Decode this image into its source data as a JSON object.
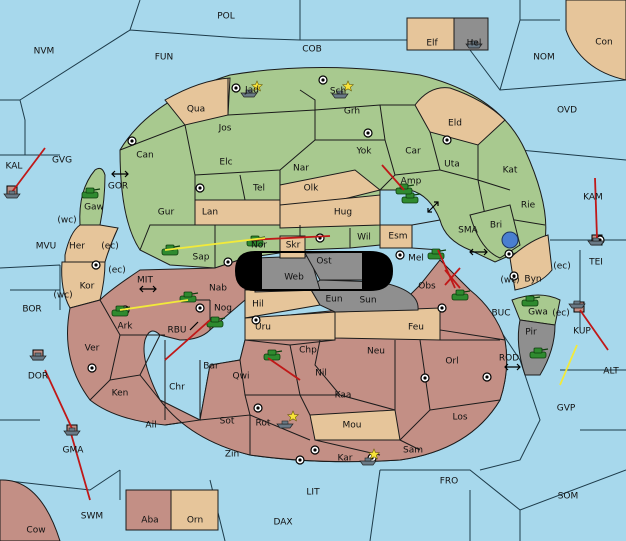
{
  "colors": {
    "sea": "#a7d8ec",
    "green": "#a8c98f",
    "tan": "#e6c59a",
    "red": "#c38f85",
    "grey": "#8f8f8f",
    "black": "#000000",
    "army": "#2f8a2f",
    "move": "#c01818",
    "support": "#f2ea3a"
  },
  "labels": {
    "POL": "POL",
    "NVM": "NVM",
    "FUN": "FUN",
    "COB": "COB",
    "NOM": "NOM",
    "Con": "Con",
    "Elf": "Elf",
    "Hel": "Hel",
    "OVD": "OVD",
    "KAL": "KAL",
    "GVG": "GVG",
    "GOR": "GOR",
    "KAM": "KAM",
    "TEI": "TEI",
    "SMA": "SMA",
    "MVU": "MVU",
    "BOR": "BOR",
    "MIT": "MIT",
    "RBU": "RBU",
    "BUC": "BUC",
    "KUP": "KUP",
    "ALT": "ALT",
    "ROD": "ROD",
    "GVP": "GVP",
    "DOR": "DOR",
    "GMA": "GMA",
    "FRO": "FRO",
    "SOM": "SOM",
    "LIT": "LIT",
    "SWM": "SWM",
    "DAX": "DAX",
    "Cow": "Cow",
    "Aba": "Aba",
    "Orn": "Orn",
    "Jad": "Jad",
    "Sch": "Sch",
    "Qua": "Qua",
    "Jos": "Jos",
    "Grh": "Grh",
    "Eld": "Eld",
    "Can": "Can",
    "Elc": "Elc",
    "Nar": "Nar",
    "Yok": "Yok",
    "Car": "Car",
    "Uta": "Uta",
    "Kat": "Kat",
    "Gaw": "Gaw",
    "Tel": "Tel",
    "Olk": "Olk",
    "Amp": "Amp",
    "Rie": "Rie",
    "Gur": "Gur",
    "Lan": "Lan",
    "Hug": "Hug",
    "Bri": "Bri",
    "Her": "Her",
    "wc1": "(wc)",
    "ec1": "(ec)",
    "Sap": "Sap",
    "Nor": "Nor",
    "Skr": "Skr",
    "Wil": "Wil",
    "Esm": "Esm",
    "ec2": "(ec)",
    "Kor": "Kor",
    "wc2": "(wc)",
    "Web": "Web",
    "Ost": "Ost",
    "Mel": "Mel",
    "wc3": "(wc)",
    "Byn": "Byn",
    "ec3": "(ec)",
    "Nab": "Nab",
    "Hil": "Hil",
    "Eun": "Eun",
    "Sun": "Sun",
    "Obs": "Obs",
    "Gwa": "Gwa",
    "ec4": "(ec)",
    "Ark": "Ark",
    "Nog": "Nog",
    "Uru": "Uru",
    "Feu": "Feu",
    "Pir": "Pir",
    "Ver": "Ver",
    "Chp": "Chp",
    "Neu": "Neu",
    "Orl": "Orl",
    "Bar": "Bar",
    "Qwi": "Qwi",
    "Nil": "Nil",
    "Ken": "Ken",
    "Chr": "Chr",
    "Kaa": "Kaa",
    "Los": "Los",
    "Ail": "Ail",
    "Sot": "Sot",
    "Rot": "Rot",
    "Mou": "Mou",
    "Zin": "Zin",
    "Sam": "Sam",
    "Kar": "Kar"
  }
}
